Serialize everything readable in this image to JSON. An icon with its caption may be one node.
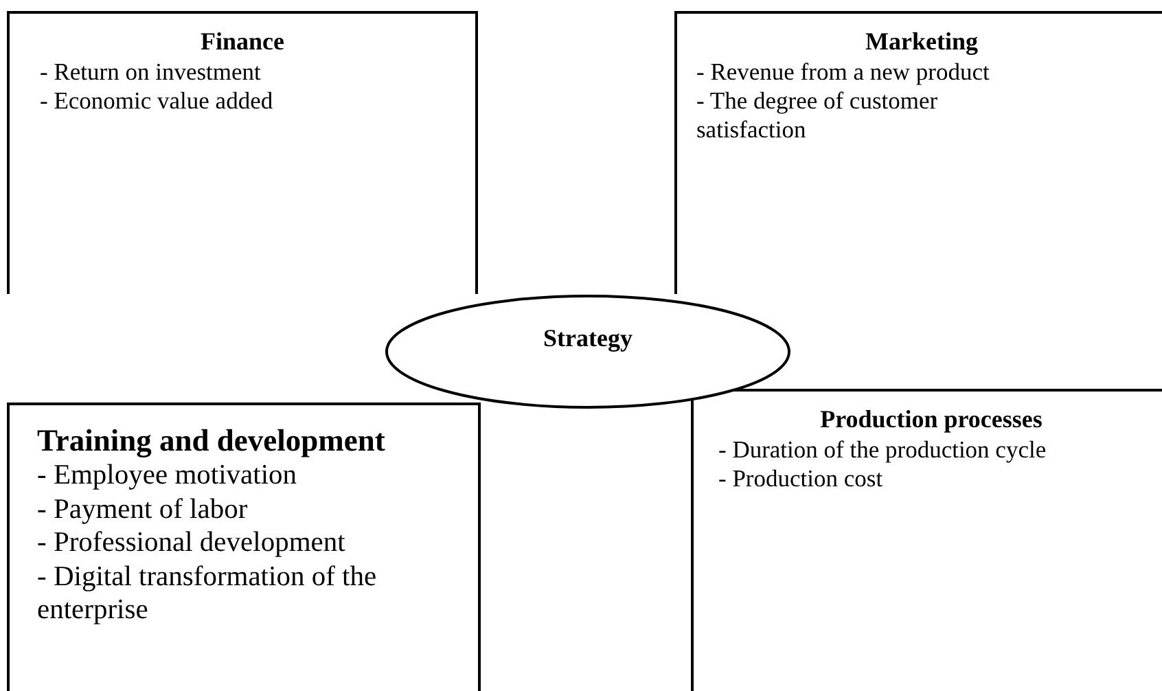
{
  "diagram": {
    "nodes": [
      {
        "text": [
          "Finance",
          "- Return on investment",
          "- Economic value added"
        ]
      },
      {
        "text": [
          "Marketing",
          "- Revenue from a new product",
          "- The degree of customer satisfaction"
        ]
      },
      {
        "text": [
          "Strategy"
        ]
      },
      {
        "text": [
          "Training and development",
          "- Employee motivation",
          "- Payment of labor",
          "- Professional development",
          "- Digital transformation of the enterprise"
        ]
      },
      {
        "text": [
          "Production processes",
          "- Duration of the production cycle",
          "- Production cost"
        ]
      }
    ]
  }
}
